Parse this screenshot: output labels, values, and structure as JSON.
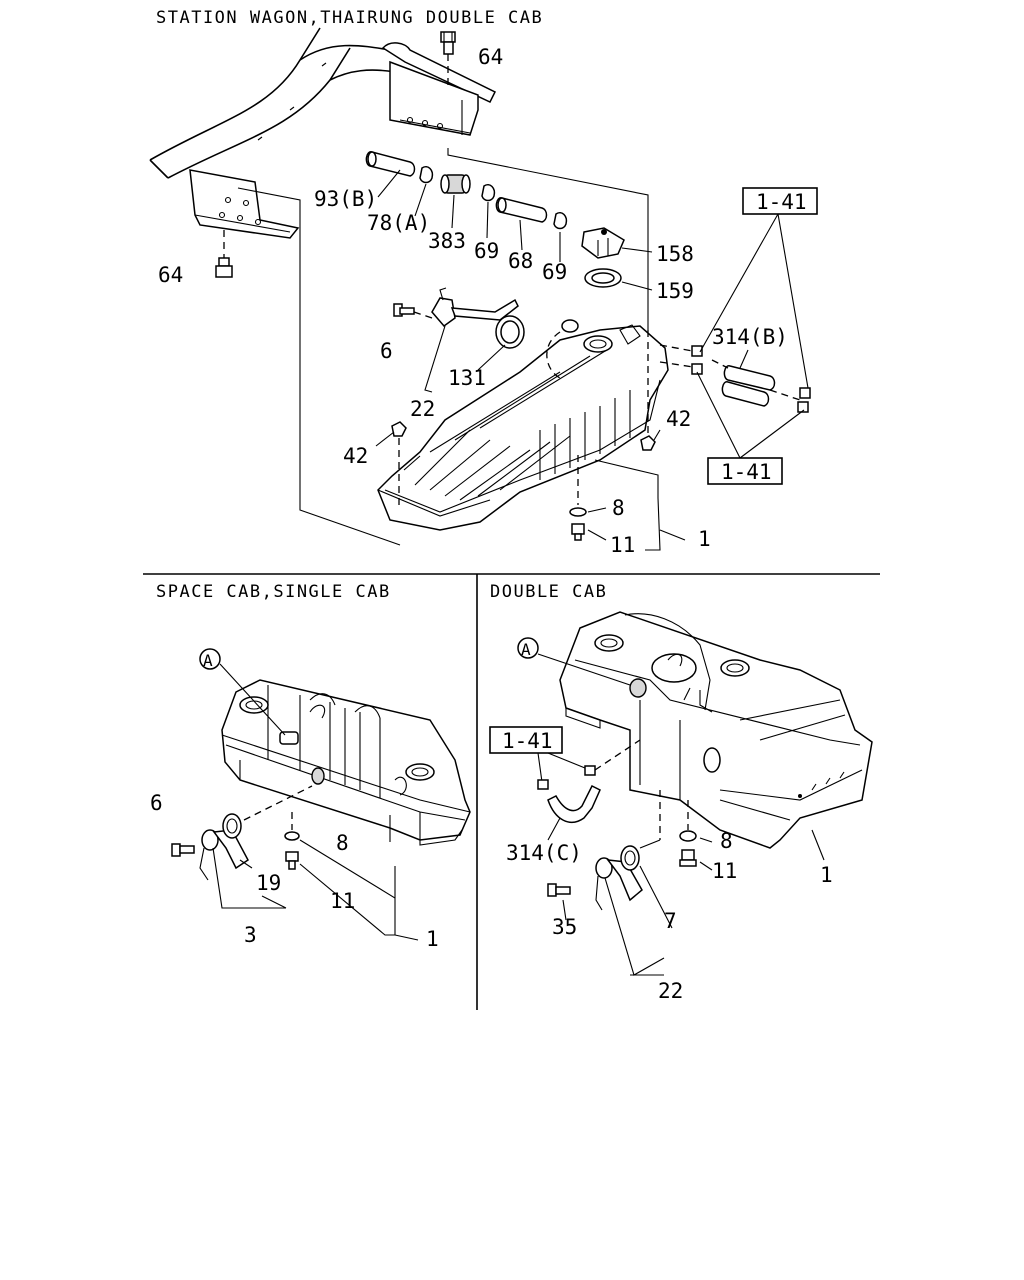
{
  "sections": {
    "top_title": "STATION WAGON,THAIRUNG DOUBLE CAB",
    "left_title": "SPACE CAB,SINGLE CAB",
    "right_title": "DOUBLE CAB"
  },
  "top_callouts": [
    "64",
    "93(B)",
    "78(A)",
    "383",
    "69",
    "68",
    "69",
    "158",
    "159",
    "6",
    "131",
    "22",
    "42",
    "42",
    "8",
    "11",
    "1",
    "314(B)",
    "64"
  ],
  "top_refs": [
    "1-41",
    "1-41"
  ],
  "left_callouts": [
    "6",
    "19",
    "3",
    "8",
    "11",
    "1"
  ],
  "left_marker": "A",
  "right_callouts": [
    "314(C)",
    "8",
    "11",
    "1",
    "35",
    "7",
    "22"
  ],
  "right_marker": "A",
  "right_ref": "1-41"
}
